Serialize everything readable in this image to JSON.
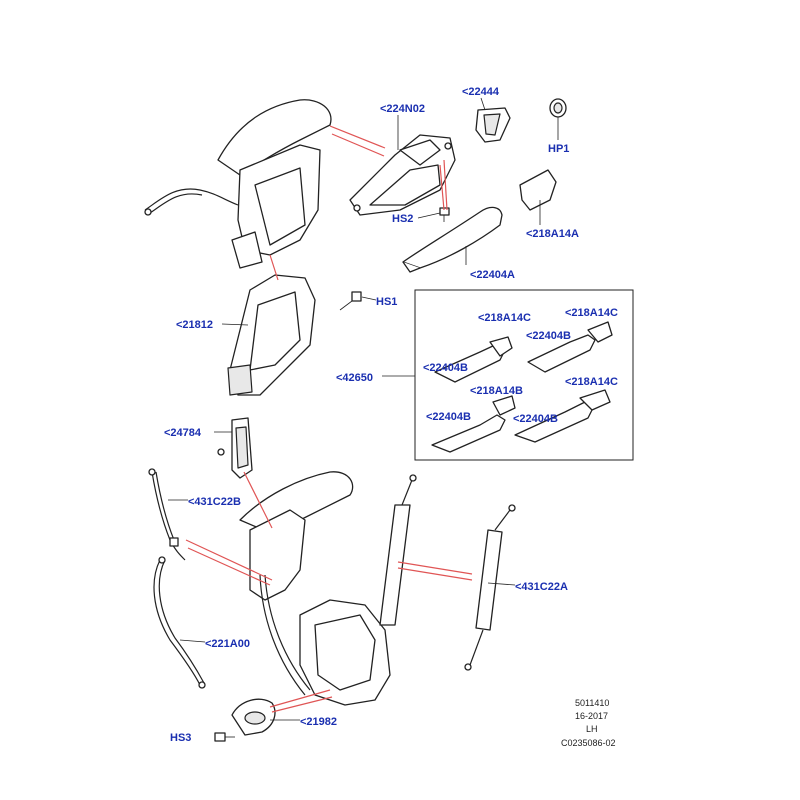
{
  "callouts": {
    "c_224N02": "<224N02",
    "c_22444": "<22444",
    "c_HP1": "HP1",
    "c_HS2": "HS2",
    "c_218A14A": "<218A14A",
    "c_22404A": "<22404A",
    "c_HS1": "HS1",
    "c_21812": "<21812",
    "c_42650": "<42650",
    "c_218A14C_1": "<218A14C",
    "c_218A14C_2": "<218A14C",
    "c_22404B_1": "<22404B",
    "c_22404B_2": "<22404B",
    "c_218A14B": "<218A14B",
    "c_218A14C_3": "<218A14C",
    "c_22404B_3": "<22404B",
    "c_22404B_4": "<22404B",
    "c_24784": "<24784",
    "c_431C22B": "<431C22B",
    "c_431C22A": "<431C22A",
    "c_221A00": "<221A00",
    "c_21982": "<21982",
    "c_HS3": "HS3"
  },
  "meta": {
    "line1": "5011410",
    "line2": "16-2017",
    "line3": "LH",
    "line4": "C0235086-02"
  },
  "icons": {
    "outer_handle": "door-handle-assembly-icon",
    "lock": "door-latch-lock-icon",
    "cable": "release-cable-icon",
    "striker": "striker-plate-icon"
  },
  "colors": {
    "callout_text": "#1a2fb0",
    "leader_red": "#e05555",
    "line": "#222222"
  }
}
